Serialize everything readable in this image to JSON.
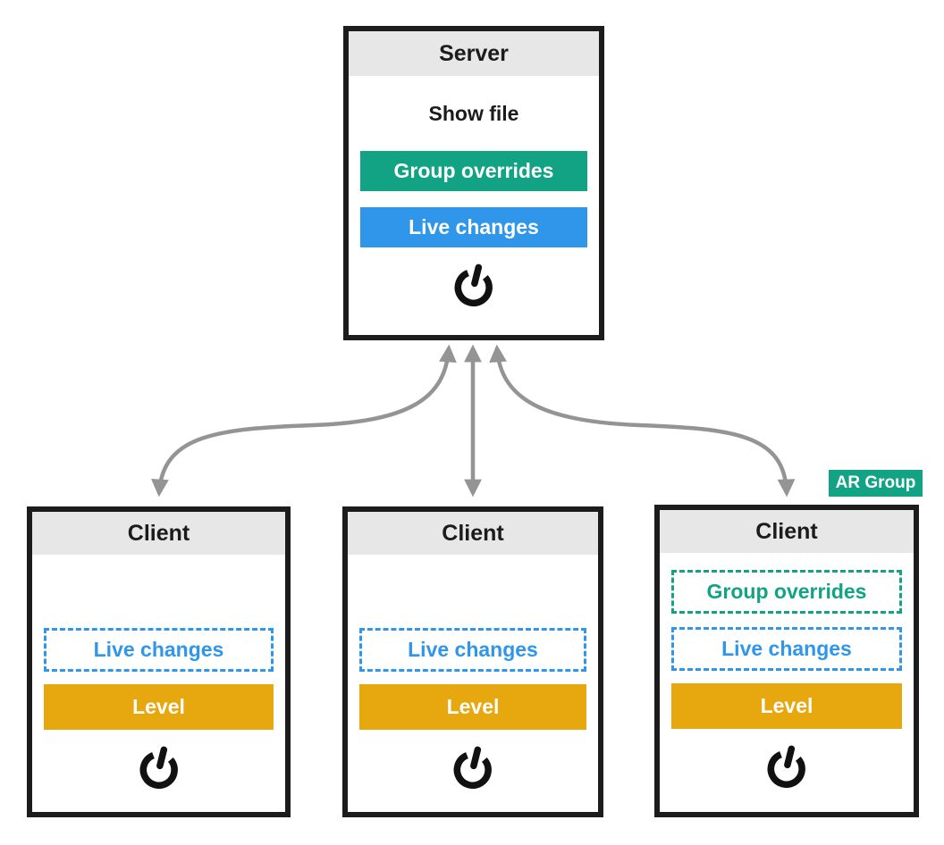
{
  "server": {
    "title": "Server",
    "show_file_label": "Show file",
    "group_overrides_label": "Group overrides",
    "live_changes_label": "Live changes",
    "power_icon": "power-icon"
  },
  "clients": [
    {
      "title": "Client",
      "live_changes_label": "Live changes",
      "level_label": "Level",
      "power_icon": "power-icon"
    },
    {
      "title": "Client",
      "live_changes_label": "Live changes",
      "level_label": "Level",
      "power_icon": "power-icon"
    },
    {
      "title": "Client",
      "group_overrides_label": "Group overrides",
      "live_changes_label": "Live changes",
      "level_label": "Level",
      "power_icon": "power-icon"
    }
  ],
  "ar_group": {
    "label": "AR Group"
  },
  "colors": {
    "green": "#12a384",
    "blue": "#2f96e9",
    "orange": "#e7a70e",
    "arrow_gray": "#949494",
    "header_bg": "#e7e7e7",
    "border": "#1c1c1c"
  }
}
